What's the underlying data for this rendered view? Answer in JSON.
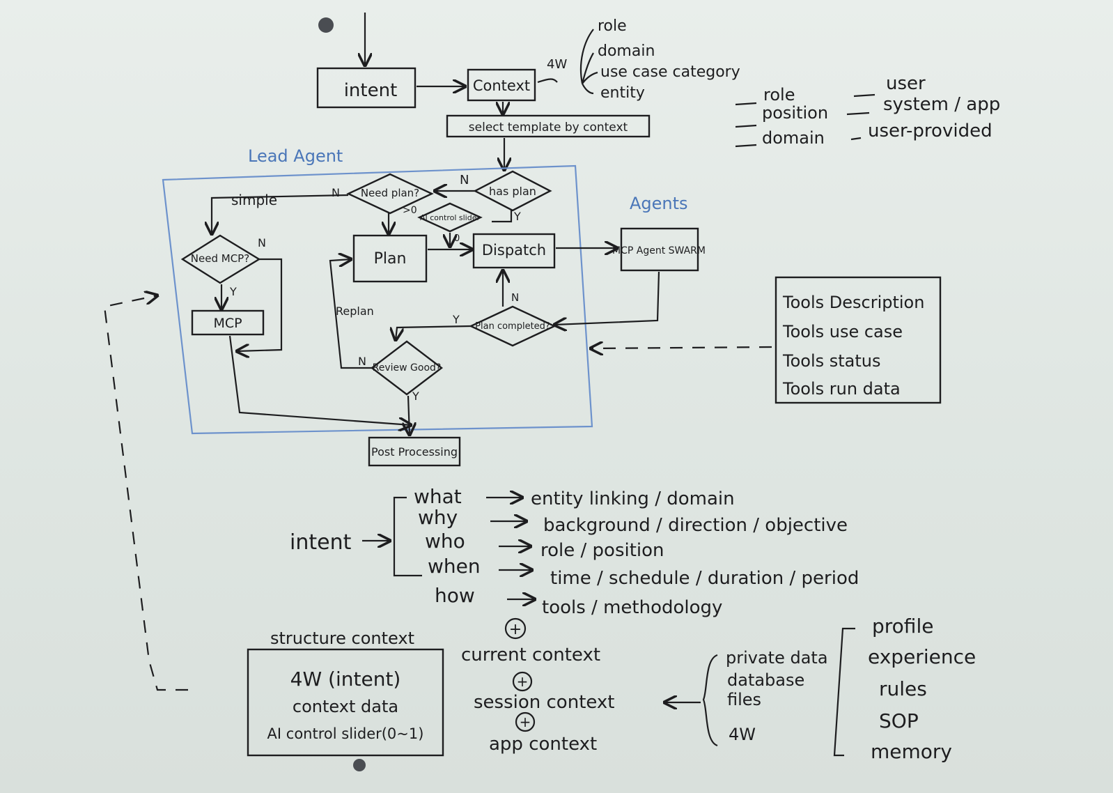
{
  "flow": {
    "intent": "intent",
    "context": "Context",
    "four_w": "4W",
    "select_template": "select template by context",
    "lead_agent": "Lead Agent",
    "need_plan": "Need plan?",
    "has_plan": "has plan",
    "simple": "simple",
    "ai_slider": "AI control slider",
    "slider_gt0": ">0",
    "slider_zero": "0",
    "need_mcp": "Need MCP?",
    "plan": "Plan",
    "dispatch": "Dispatch",
    "agents": "Agents",
    "mcp_agent_swarm": "MCP Agent SWARM",
    "mcp": "MCP",
    "replan": "Replan",
    "plan_completed": "Plan completed?",
    "review_good": "Review Good?",
    "post_processing": "Post Processing",
    "yes": "Y",
    "no": "N"
  },
  "context_dims": [
    "role",
    "domain",
    "use case category",
    "entity"
  ],
  "position_notes": [
    {
      "key": "role",
      "value": "user"
    },
    {
      "key": "position",
      "value": "system / app"
    },
    {
      "key": "domain",
      "value": "user-provided"
    }
  ],
  "tools": [
    "Tools Description",
    "Tools use case",
    "Tools status",
    "Tools run data"
  ],
  "intent_breakdown": {
    "label": "intent",
    "rows": [
      {
        "q": "what",
        "a": "entity linking / domain"
      },
      {
        "q": "why",
        "a": "background / direction / objective"
      },
      {
        "q": "who",
        "a": "role / position"
      },
      {
        "q": "when",
        "a": "time / schedule / duration / period"
      },
      {
        "q": "how",
        "a": "tools / methodology"
      }
    ]
  },
  "context_stack": {
    "plus": "+",
    "current": "current context",
    "session": "session context",
    "app": "app context"
  },
  "structure_context": {
    "title": "structure context",
    "lines": [
      "4W (intent)",
      "context data",
      "AI control slider(0~1)"
    ]
  },
  "session_sources": [
    "private data",
    "database",
    "files",
    "4W"
  ],
  "app_sources": [
    "profile",
    "experience",
    "rules",
    "SOP",
    "memory"
  ],
  "colors": {
    "ink": "#1d1d1f",
    "marker_blue": "#4a76b8",
    "board": "#e4eae7"
  }
}
